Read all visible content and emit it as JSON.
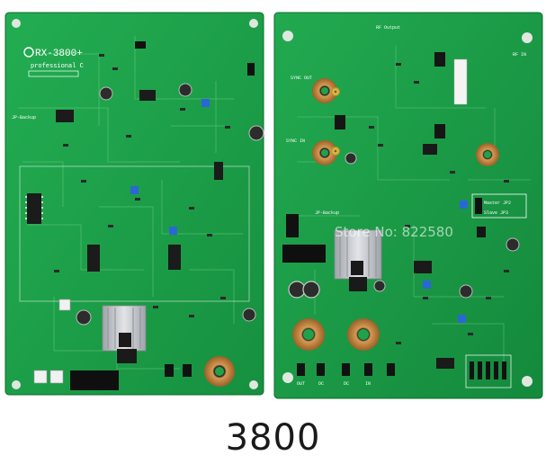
{
  "left_board": {
    "model_label": "RX-3800+",
    "subtitle": "professional C",
    "backup_label": "JP-Backup"
  },
  "right_board": {
    "rf_output_label": "RF Output",
    "rf_in_label": "RF IN",
    "sync_out_label": "SYNC OUT",
    "sync_in_label": "SYNC IN",
    "backup_label": "JP-Backup",
    "master_label": "Master JP2",
    "slave_label": "Slave JP3",
    "terminal_labels": [
      "OUT",
      "DC",
      "DC",
      "IN"
    ]
  },
  "watermark": "Store No: 822580",
  "caption": "3800",
  "colors": {
    "pcb_green": "#1fa24a",
    "pcb_dark": "#127a33",
    "silkscreen": "#f2f7f2",
    "heatsink": "#c9ccd0",
    "copper_coil": "#c9883e",
    "background": "#ffffff"
  }
}
